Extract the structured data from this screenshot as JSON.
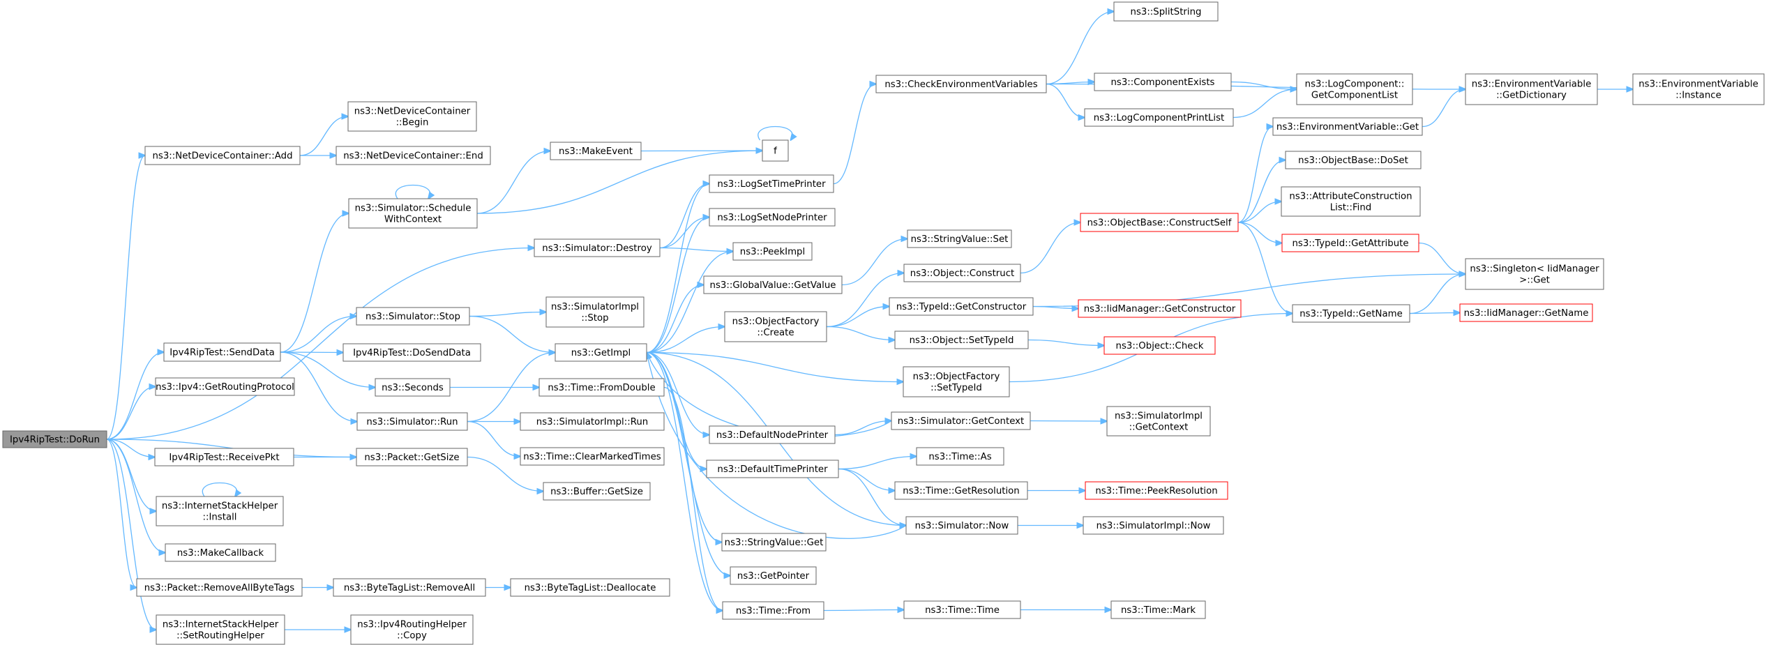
{
  "colors": {
    "edge": "#63b8ff",
    "box_border": "#666666",
    "root_fill": "#999999",
    "highlight_border": "#ff0000"
  },
  "nodes": [
    {
      "id": "dorun",
      "lines": [
        "Ipv4RipTest::DoRun"
      ],
      "root": true
    },
    {
      "id": "ndc_add",
      "lines": [
        "ns3::NetDeviceContainer::Add"
      ]
    },
    {
      "id": "ndc_begin",
      "lines": [
        "ns3::NetDeviceContainer",
        "::Begin"
      ]
    },
    {
      "id": "ndc_end",
      "lines": [
        "ns3::NetDeviceContainer::End"
      ]
    },
    {
      "id": "sim_swc",
      "lines": [
        "ns3::Simulator::Schedule",
        "WithContext"
      ]
    },
    {
      "id": "make_event",
      "lines": [
        "ns3::MakeEvent"
      ]
    },
    {
      "id": "f",
      "lines": [
        "f"
      ]
    },
    {
      "id": "sim_destroy",
      "lines": [
        "ns3::Simulator::Destroy"
      ]
    },
    {
      "id": "send_data",
      "lines": [
        "Ipv4RipTest::SendData"
      ]
    },
    {
      "id": "sim_stop",
      "lines": [
        "ns3::Simulator::Stop"
      ]
    },
    {
      "id": "simimpl_stop",
      "lines": [
        "ns3::SimulatorImpl",
        "::Stop"
      ]
    },
    {
      "id": "do_send",
      "lines": [
        "Ipv4RipTest::DoSendData"
      ]
    },
    {
      "id": "get_impl",
      "lines": [
        "ns3::GetImpl"
      ]
    },
    {
      "id": "seconds",
      "lines": [
        "ns3::Seconds"
      ]
    },
    {
      "id": "from_double",
      "lines": [
        "ns3::Time::FromDouble"
      ]
    },
    {
      "id": "ipv4_grp",
      "lines": [
        "ns3::Ipv4::GetRoutingProtocol"
      ]
    },
    {
      "id": "sim_run",
      "lines": [
        "ns3::Simulator::Run"
      ]
    },
    {
      "id": "simimpl_run",
      "lines": [
        "ns3::SimulatorImpl::Run"
      ]
    },
    {
      "id": "clear_marked",
      "lines": [
        "ns3::Time::ClearMarkedTimes"
      ]
    },
    {
      "id": "recv_pkt",
      "lines": [
        "Ipv4RipTest::ReceivePkt"
      ]
    },
    {
      "id": "pkt_getsize",
      "lines": [
        "ns3::Packet::GetSize"
      ]
    },
    {
      "id": "buf_getsize",
      "lines": [
        "ns3::Buffer::GetSize"
      ]
    },
    {
      "id": "ish_install",
      "lines": [
        "ns3::InternetStackHelper",
        "::Install"
      ]
    },
    {
      "id": "make_cb",
      "lines": [
        "ns3::MakeCallback"
      ]
    },
    {
      "id": "rm_bytetags",
      "lines": [
        "ns3::Packet::RemoveAllByteTags"
      ]
    },
    {
      "id": "btl_removeall",
      "lines": [
        "ns3::ByteTagList::RemoveAll"
      ]
    },
    {
      "id": "btl_dealloc",
      "lines": [
        "ns3::ByteTagList::Deallocate"
      ]
    },
    {
      "id": "ish_setrh",
      "lines": [
        "ns3::InternetStackHelper",
        "::SetRoutingHelper"
      ]
    },
    {
      "id": "irh_copy",
      "lines": [
        "ns3::Ipv4RoutingHelper",
        "::Copy"
      ]
    },
    {
      "id": "cev",
      "lines": [
        "ns3::CheckEnvironmentVariables"
      ]
    },
    {
      "id": "split",
      "lines": [
        "ns3::SplitString"
      ]
    },
    {
      "id": "comp_exists",
      "lines": [
        "ns3::ComponentExists"
      ]
    },
    {
      "id": "lc_gcl",
      "lines": [
        "ns3::LogComponent::",
        "GetComponentList"
      ]
    },
    {
      "id": "lcpl",
      "lines": [
        "ns3::LogComponentPrintList"
      ]
    },
    {
      "id": "ev_getdict",
      "lines": [
        "ns3::EnvironmentVariable",
        "::GetDictionary"
      ]
    },
    {
      "id": "ev_instance",
      "lines": [
        "ns3::EnvironmentVariable",
        "::Instance"
      ]
    },
    {
      "id": "ev_get",
      "lines": [
        "ns3::EnvironmentVariable::Get"
      ]
    },
    {
      "id": "log_stp",
      "lines": [
        "ns3::LogSetTimePrinter"
      ]
    },
    {
      "id": "log_snp",
      "lines": [
        "ns3::LogSetNodePrinter"
      ]
    },
    {
      "id": "peek_impl",
      "lines": [
        "ns3::PeekImpl"
      ]
    },
    {
      "id": "gv_getvalue",
      "lines": [
        "ns3::GlobalValue::GetValue"
      ]
    },
    {
      "id": "sv_set",
      "lines": [
        "ns3::StringValue::Set"
      ]
    },
    {
      "id": "obj_construct",
      "lines": [
        "ns3::Object::Construct"
      ]
    },
    {
      "id": "ob_cs",
      "lines": [
        "ns3::ObjectBase::ConstructSelf"
      ],
      "red": true
    },
    {
      "id": "ob_doset",
      "lines": [
        "ns3::ObjectBase::DoSet"
      ]
    },
    {
      "id": "acl_find",
      "lines": [
        "ns3::AttributeConstruction",
        "List::Find"
      ]
    },
    {
      "id": "tid_getattr",
      "lines": [
        "ns3::TypeId::GetAttribute"
      ],
      "red": true
    },
    {
      "id": "singleton",
      "lines": [
        "ns3::Singleton< IidManager",
        ">::Get"
      ]
    },
    {
      "id": "of_create",
      "lines": [
        "ns3::ObjectFactory",
        "::Create"
      ]
    },
    {
      "id": "tid_getctor",
      "lines": [
        "ns3::TypeId::GetConstructor"
      ]
    },
    {
      "id": "iid_getctor",
      "lines": [
        "ns3::IidManager::GetConstructor"
      ],
      "red": true
    },
    {
      "id": "tid_getname",
      "lines": [
        "ns3::TypeId::GetName"
      ]
    },
    {
      "id": "iid_getname",
      "lines": [
        "ns3::IidManager::GetName"
      ],
      "red": true
    },
    {
      "id": "obj_settid",
      "lines": [
        "ns3::Object::SetTypeId"
      ]
    },
    {
      "id": "obj_check",
      "lines": [
        "ns3::Object::Check"
      ],
      "red": true
    },
    {
      "id": "of_settid",
      "lines": [
        "ns3::ObjectFactory",
        "::SetTypeId"
      ]
    },
    {
      "id": "dnp",
      "lines": [
        "ns3::DefaultNodePrinter"
      ]
    },
    {
      "id": "sim_getctx",
      "lines": [
        "ns3::Simulator::GetContext"
      ]
    },
    {
      "id": "simimpl_getctx",
      "lines": [
        "ns3::SimulatorImpl",
        "::GetContext"
      ]
    },
    {
      "id": "dtp",
      "lines": [
        "ns3::DefaultTimePrinter"
      ]
    },
    {
      "id": "time_as",
      "lines": [
        "ns3::Time::As"
      ]
    },
    {
      "id": "time_getres",
      "lines": [
        "ns3::Time::GetResolution"
      ]
    },
    {
      "id": "time_peekres",
      "lines": [
        "ns3::Time::PeekResolution"
      ],
      "red": true
    },
    {
      "id": "sim_now",
      "lines": [
        "ns3::Simulator::Now"
      ]
    },
    {
      "id": "simimpl_now",
      "lines": [
        "ns3::SimulatorImpl::Now"
      ]
    },
    {
      "id": "sv_get",
      "lines": [
        "ns3::StringValue::Get"
      ]
    },
    {
      "id": "get_pointer",
      "lines": [
        "ns3::GetPointer"
      ]
    },
    {
      "id": "time_from",
      "lines": [
        "ns3::Time::From"
      ]
    },
    {
      "id": "time_time",
      "lines": [
        "ns3::Time::Time"
      ]
    },
    {
      "id": "time_mark",
      "lines": [
        "ns3::Time::Mark"
      ]
    }
  ],
  "edges": [
    [
      "dorun",
      "ndc_add"
    ],
    [
      "dorun",
      "sim_destroy"
    ],
    [
      "dorun",
      "send_data"
    ],
    [
      "dorun",
      "ipv4_grp"
    ],
    [
      "dorun",
      "pkt_getsize"
    ],
    [
      "dorun",
      "recv_pkt"
    ],
    [
      "dorun",
      "ish_install"
    ],
    [
      "dorun",
      "make_cb"
    ],
    [
      "dorun",
      "rm_bytetags"
    ],
    [
      "dorun",
      "ish_setrh"
    ],
    [
      "ndc_add",
      "ndc_begin"
    ],
    [
      "ndc_add",
      "ndc_end"
    ],
    [
      "sim_swc",
      "sim_swc"
    ],
    [
      "sim_swc",
      "make_event"
    ],
    [
      "sim_swc",
      "f"
    ],
    [
      "make_event",
      "f"
    ],
    [
      "f",
      "f"
    ],
    [
      "sim_destroy",
      "log_stp"
    ],
    [
      "sim_destroy",
      "log_snp"
    ],
    [
      "sim_destroy",
      "peek_impl"
    ],
    [
      "send_data",
      "sim_swc"
    ],
    [
      "send_data",
      "sim_stop"
    ],
    [
      "send_data",
      "do_send"
    ],
    [
      "send_data",
      "seconds"
    ],
    [
      "send_data",
      "sim_run"
    ],
    [
      "sim_stop",
      "simimpl_stop"
    ],
    [
      "sim_stop",
      "get_impl"
    ],
    [
      "seconds",
      "from_double"
    ],
    [
      "sim_run",
      "get_impl"
    ],
    [
      "sim_run",
      "simimpl_run"
    ],
    [
      "sim_run",
      "clear_marked"
    ],
    [
      "recv_pkt",
      "pkt_getsize"
    ],
    [
      "pkt_getsize",
      "buf_getsize"
    ],
    [
      "ish_install",
      "ish_install"
    ],
    [
      "rm_bytetags",
      "btl_removeall"
    ],
    [
      "btl_removeall",
      "btl_dealloc"
    ],
    [
      "ish_setrh",
      "irh_copy"
    ],
    [
      "get_impl",
      "log_stp"
    ],
    [
      "get_impl",
      "log_snp"
    ],
    [
      "get_impl",
      "peek_impl"
    ],
    [
      "get_impl",
      "gv_getvalue"
    ],
    [
      "get_impl",
      "of_create"
    ],
    [
      "get_impl",
      "of_settid"
    ],
    [
      "get_impl",
      "dnp"
    ],
    [
      "get_impl",
      "dtp"
    ],
    [
      "get_impl",
      "sim_now"
    ],
    [
      "get_impl",
      "sv_get"
    ],
    [
      "get_impl",
      "get_pointer"
    ],
    [
      "get_impl",
      "time_from"
    ],
    [
      "log_stp",
      "cev"
    ],
    [
      "cev",
      "split"
    ],
    [
      "cev",
      "ev_getdict"
    ],
    [
      "cev",
      "comp_exists"
    ],
    [
      "cev",
      "lcpl"
    ],
    [
      "comp_exists",
      "lc_gcl"
    ],
    [
      "lcpl",
      "lc_gcl"
    ],
    [
      "ev_getdict",
      "ev_instance"
    ],
    [
      "ev_get",
      "ev_getdict"
    ],
    [
      "gv_getvalue",
      "sv_set"
    ],
    [
      "of_create",
      "obj_construct"
    ],
    [
      "of_create",
      "tid_getctor"
    ],
    [
      "of_create",
      "obj_settid"
    ],
    [
      "obj_construct",
      "ob_cs"
    ],
    [
      "ob_cs",
      "ev_get"
    ],
    [
      "ob_cs",
      "ob_doset"
    ],
    [
      "ob_cs",
      "acl_find"
    ],
    [
      "ob_cs",
      "tid_getattr"
    ],
    [
      "ob_cs",
      "tid_getname"
    ],
    [
      "tid_getattr",
      "singleton"
    ],
    [
      "tid_getctor",
      "iid_getctor"
    ],
    [
      "tid_getctor",
      "singleton"
    ],
    [
      "tid_getname",
      "singleton"
    ],
    [
      "tid_getname",
      "iid_getname"
    ],
    [
      "obj_settid",
      "obj_check"
    ],
    [
      "of_settid",
      "tid_getname"
    ],
    [
      "dnp",
      "sim_getctx"
    ],
    [
      "sim_getctx",
      "get_impl"
    ],
    [
      "sim_getctx",
      "simimpl_getctx"
    ],
    [
      "dtp",
      "time_as"
    ],
    [
      "dtp",
      "time_getres"
    ],
    [
      "dtp",
      "sim_now"
    ],
    [
      "time_getres",
      "time_peekres"
    ],
    [
      "sim_now",
      "get_impl"
    ],
    [
      "sim_now",
      "simimpl_now"
    ],
    [
      "time_from",
      "time_time"
    ],
    [
      "time_time",
      "time_mark"
    ],
    [
      "from_double",
      "time_from"
    ]
  ]
}
